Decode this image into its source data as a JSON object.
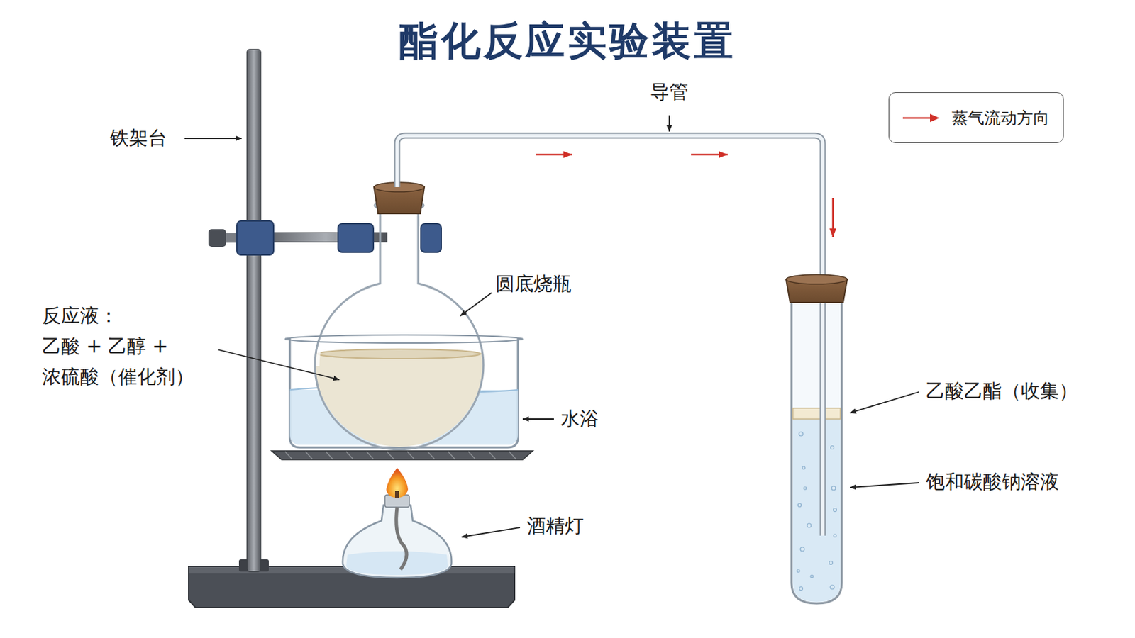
{
  "diagram": {
    "title": "酯化反应实验装置",
    "labels": [
      "铁架台",
      "导管",
      "圆底烧瓶",
      "反应液：",
      "乙酸 + 乙醇 +",
      "浓硫酸（催化剂）",
      "水浴",
      "酒精灯",
      "乙酸乙酯（收集）",
      "饱和碳酸钠溶液"
    ],
    "legend": [
      {
        "text": "蒸气流动方向"
      }
    ]
  }
}
